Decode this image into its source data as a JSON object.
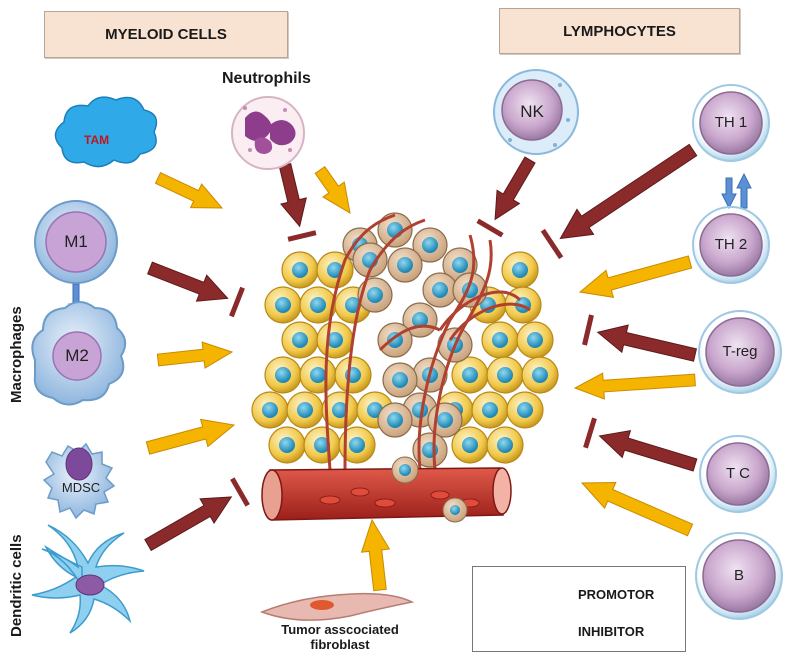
{
  "headers": {
    "myeloid": "MYELOID CELLS",
    "lymphocytes": "LYMPHOCYTES"
  },
  "myeloid": {
    "neutrophils": "Neutrophils",
    "tam": "TAM",
    "m1": "M1",
    "m2": "M2",
    "mdsc": "MDSC",
    "macrophages_group": "Macrophages",
    "dendritic_group": "Dendritic cells"
  },
  "lymphoid": {
    "nk": "NK",
    "th1": "TH 1",
    "th2": "TH 2",
    "treg": "T-reg",
    "tc": "T C",
    "b": "B"
  },
  "fibroblast": {
    "line1": "Tumor asscociated",
    "line2": "fibroblast"
  },
  "legend": {
    "promotor": "PROMOTOR",
    "inhibitor": "INHIBITOR"
  },
  "colors": {
    "promotor_arrow": "#f4b400",
    "inhibitor_arrow": "#8b2a2a",
    "th_exchange_arrow": "#5b8fd6",
    "tumor_cell": "#f1c94a",
    "tumor_nucleus": "#2fa3c9",
    "header_fill": "#f8e3d3",
    "vessel": "#c0392b"
  }
}
